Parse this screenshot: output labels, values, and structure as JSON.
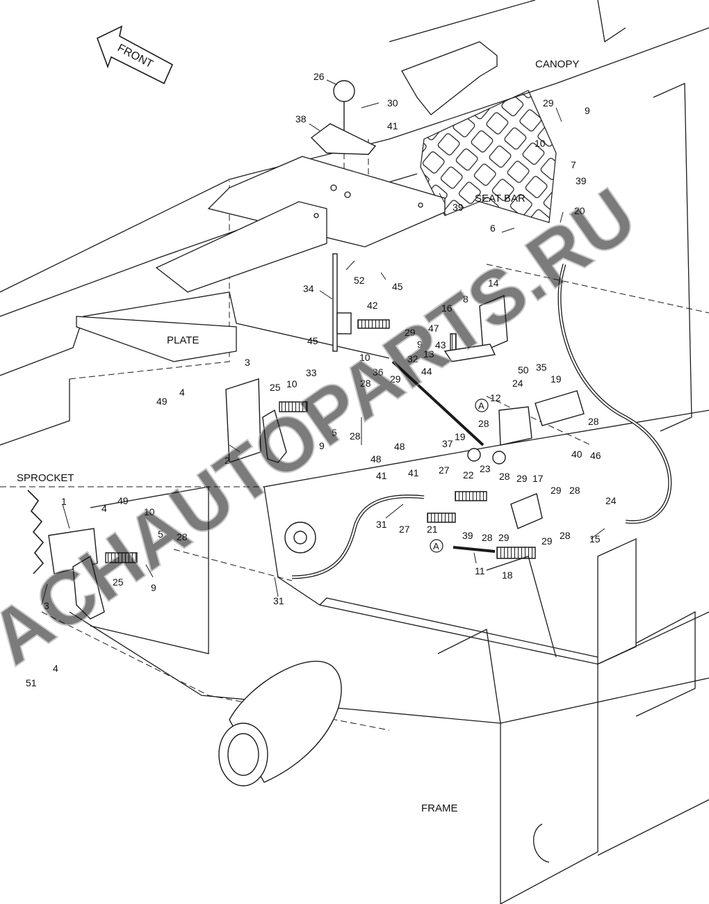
{
  "diagram": {
    "region_labels": {
      "front": "FRONT",
      "canopy": "CANOPY",
      "seat_bar": "SEAT BAR",
      "plate": "PLATE",
      "sprocket": "SPROCKET",
      "frame": "FRAME"
    },
    "reference_marker": "A",
    "callouts": [
      "1",
      "2",
      "3",
      "4",
      "5",
      "6",
      "7",
      "8",
      "9",
      "10",
      "11",
      "12",
      "13",
      "14",
      "15",
      "16",
      "17",
      "18",
      "19",
      "20",
      "21",
      "22",
      "23",
      "24",
      "25",
      "26",
      "27",
      "28",
      "29",
      "30",
      "31",
      "32",
      "33",
      "34",
      "35",
      "36",
      "37",
      "38",
      "39",
      "40",
      "41",
      "42",
      "43",
      "44",
      "45",
      "46",
      "47",
      "48",
      "49",
      "50",
      "51",
      "52"
    ],
    "watermark": "ACHAUTOPARTS.RU"
  },
  "colors": {
    "line": "#1a1a1a",
    "background": "#ffffff",
    "watermark": "#c9c9c9"
  }
}
